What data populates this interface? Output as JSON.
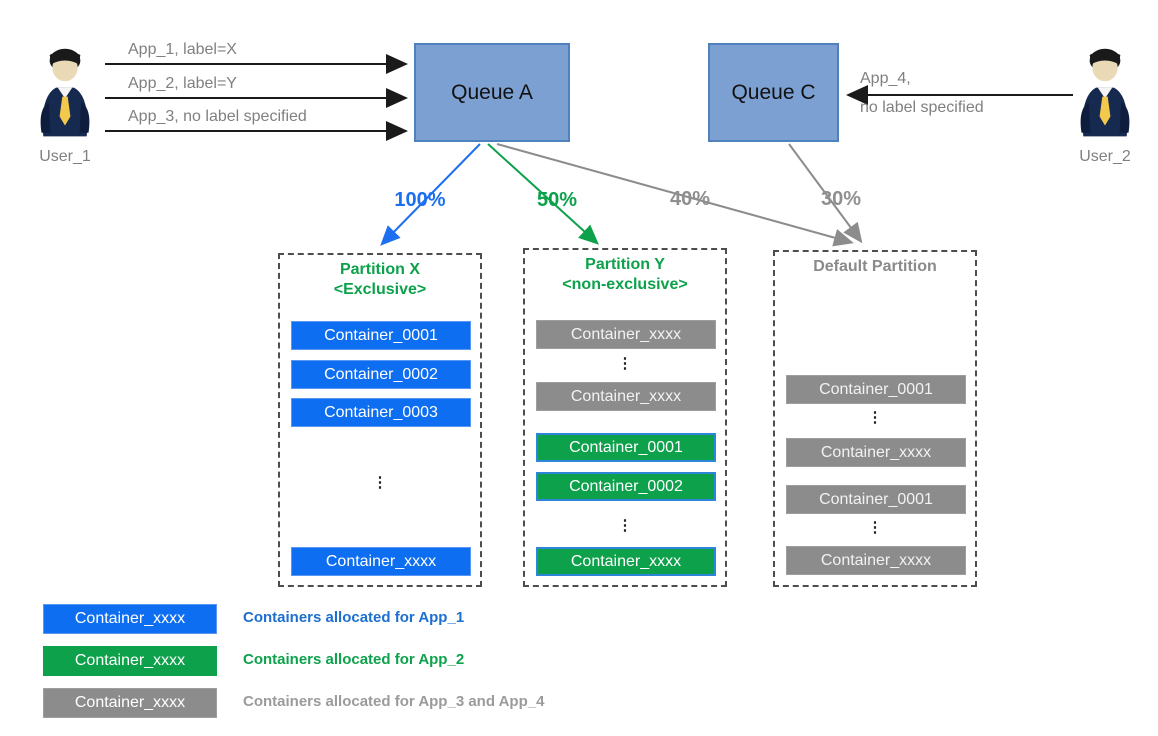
{
  "users": {
    "user1": "User_1",
    "user2": "User_2"
  },
  "queues": {
    "a": "Queue A",
    "c": "Queue C"
  },
  "apps": {
    "app1": "App_1, label=X",
    "app2": "App_2, label=Y",
    "app3": "App_3, no label specified",
    "app4_line1": "App_4,",
    "app4_line2": "no label specified"
  },
  "percents": {
    "to_partition_x": "100%",
    "to_partition_y": "50%",
    "to_default_from_a": "40%",
    "to_default_from_c": "30%"
  },
  "ellipsis": "⋮",
  "partitions": {
    "x": {
      "title": "Partition X",
      "subtitle": "<Exclusive>",
      "containers": [
        "Container_0001",
        "Container_0002",
        "Container_0003",
        "Container_xxxx"
      ]
    },
    "y": {
      "title": "Partition Y",
      "subtitle": "<non-exclusive>",
      "gray_containers": [
        "Container_xxxx",
        "Container_xxxx"
      ],
      "green_containers": [
        "Container_0001",
        "Container_0002",
        "Container_xxxx"
      ]
    },
    "default": {
      "title": "Default Partition",
      "containers": [
        "Container_0001",
        "Container_xxxx",
        "Container_0001",
        "Container_xxxx"
      ]
    }
  },
  "legend": {
    "items": [
      {
        "box": "Container_xxxx",
        "label": "Containers allocated for App_1"
      },
      {
        "box": "Container_xxxx",
        "label": "Containers allocated for App_2"
      },
      {
        "box": "Container_xxxx",
        "label": "Containers allocated for App_3 and App_4"
      }
    ]
  },
  "colors": {
    "app1_blue": "#0d6ef2",
    "app2_green": "#0da14b",
    "app34_gray": "#8c8c8c",
    "queue_fill": "#7da0d2",
    "queue_border": "#4f81bd",
    "arrow_black": "#1a1a1a"
  }
}
